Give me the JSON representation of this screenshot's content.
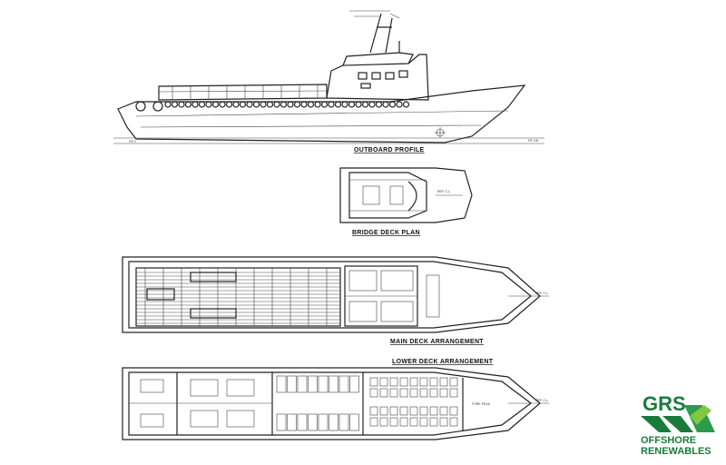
{
  "views": {
    "outboard": "OUTBOARD PROFILE",
    "bridge": "BRIDGE DECK PLAN",
    "main": "MAIN DECK ARRANGEMENT",
    "lower": "LOWER DECK ARRANGEMENT"
  },
  "logo": {
    "mark": "GRS",
    "line1": "OFFSHORE",
    "line2": "RENEWABLES",
    "color": "#1a7a3c"
  },
  "colors": {
    "ink": "#222222",
    "paper": "#ffffff"
  }
}
